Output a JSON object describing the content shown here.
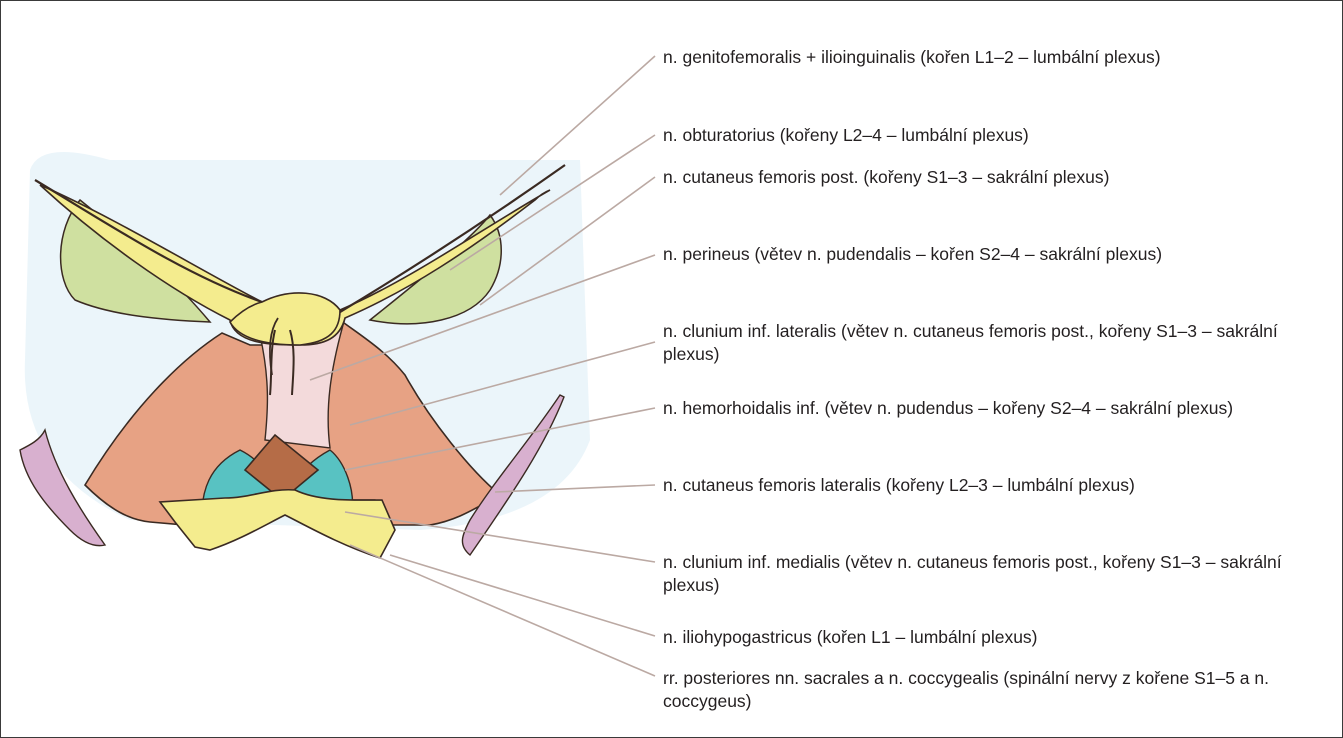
{
  "labels": [
    "n. genitofemoralis + ilioinguinalis (kořen L1–2 – lumbální plexus)",
    "n. obturatorius (kořeny L2–4 – lumbální plexus)",
    "n. cutaneus femoris post. (kořeny S1–3 – sakrální plexus)",
    "n. perineus (větev n. pudendalis – kořen S2–4 – sakrální plexus)",
    "n. clunium inf. lateralis (větev n. cutaneus femoris post., kořeny S1–3 – sakrální plexus)",
    "n. hemorhoidalis inf. (větev n. pudendus – kořeny S2–4 – sakrální plexus)",
    "n. cutaneus femoris lateralis (kořeny L2–3 – lumbální plexus)",
    "n. clunium inf. medialis (větev n. cutaneus femoris post., kořeny S1–3 – sakrální plexus)",
    "n. iliohypogastricus (kořen L1 – lumbální plexus)",
    "rr. posteriores nn. sacrales a n. coccygealis (spinální nervy z kořene S1–5 a n. coccygeus)"
  ],
  "colors": {
    "green": "#cfe0a0",
    "yellow": "#f4ec8e",
    "pink": "#f3dadb",
    "salmon": "#e7a284",
    "teal": "#58c2c2",
    "brown": "#b56c47",
    "lavender": "#d8b0cf",
    "background_tint": "#e9f4f9",
    "leader_line": "#bba9a3",
    "outline": "#3a2a22"
  }
}
